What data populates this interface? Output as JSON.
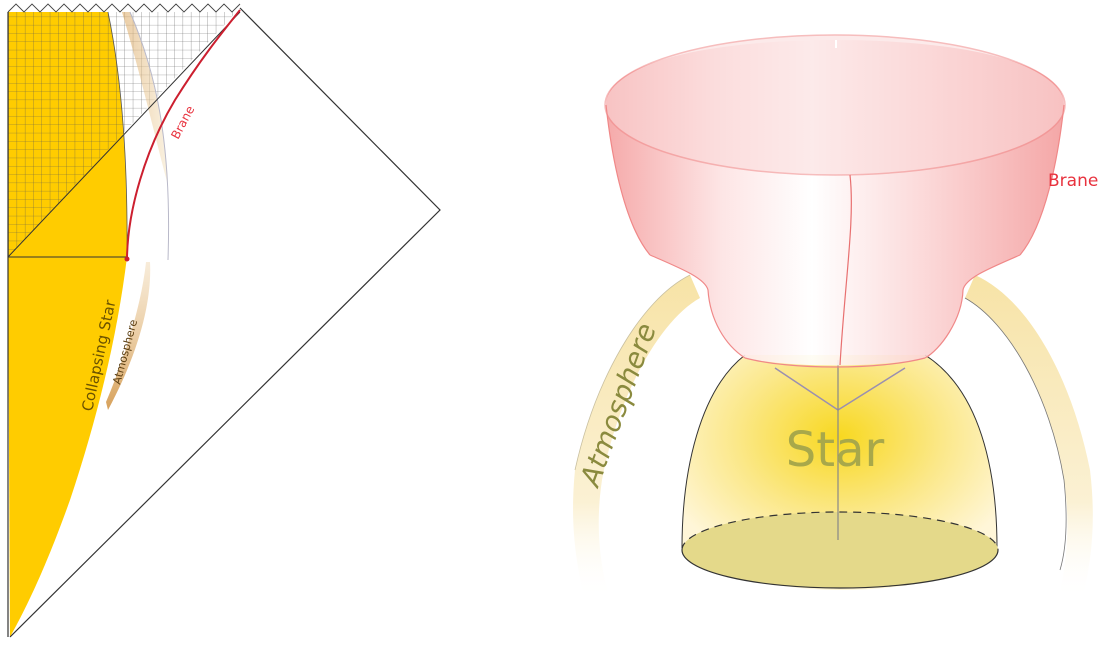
{
  "left_diagram": {
    "labels": {
      "collapsing_star": "Collapsing Star",
      "atmosphere": "Atmosphere",
      "brane": "Brane"
    }
  },
  "right_diagram": {
    "labels": {
      "brane": "Brane",
      "atmosphere": "Atmosphere",
      "star": "Star"
    }
  },
  "colors": {
    "star_fill": "#ffcc00",
    "brane_line": "#cc1f2f",
    "brane_label": "#e8323e",
    "atmosphere_label": "#8a8a3e",
    "star_label": "#a8a84a",
    "atmosphere_band": "#e9c48a",
    "funnel_pink": "#f7b0b0",
    "base_disk": "#e4d98a"
  }
}
